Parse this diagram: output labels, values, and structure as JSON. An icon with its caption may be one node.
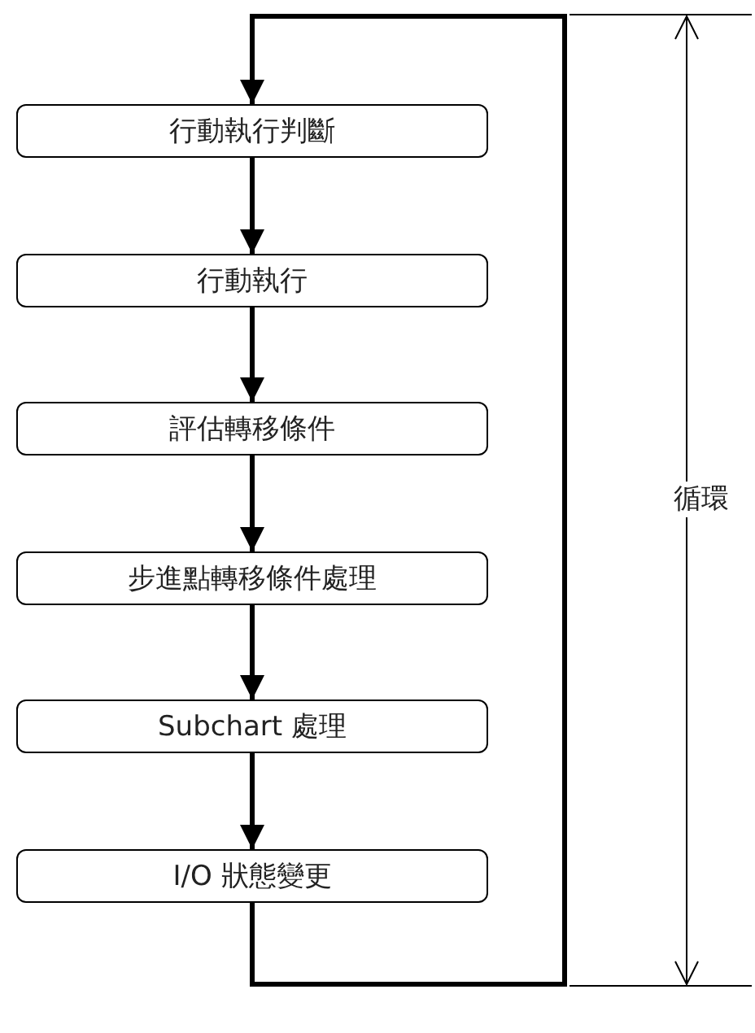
{
  "diagram": {
    "nodes": [
      {
        "text": [
          "行動執行判斷"
        ]
      },
      {
        "text": [
          "行動執行"
        ]
      },
      {
        "text": [
          "評估轉移條件"
        ]
      },
      {
        "text": [
          "步進點轉移條件處理"
        ]
      },
      {
        "text": [
          "Subchart 處理"
        ]
      },
      {
        "text": [
          "I/O 狀態變更"
        ]
      }
    ],
    "edges": [
      {
        "from": 0,
        "to": 1,
        "arrow": "to"
      },
      {
        "from": 1,
        "to": 2,
        "arrow": "to"
      },
      {
        "from": 2,
        "to": 3,
        "arrow": "to"
      },
      {
        "from": 3,
        "to": 4,
        "arrow": "to"
      },
      {
        "from": 4,
        "to": 5,
        "arrow": "to"
      },
      {
        "from": 5,
        "to": 0,
        "arrow": "to"
      }
    ],
    "labels": [
      "循環"
    ]
  }
}
